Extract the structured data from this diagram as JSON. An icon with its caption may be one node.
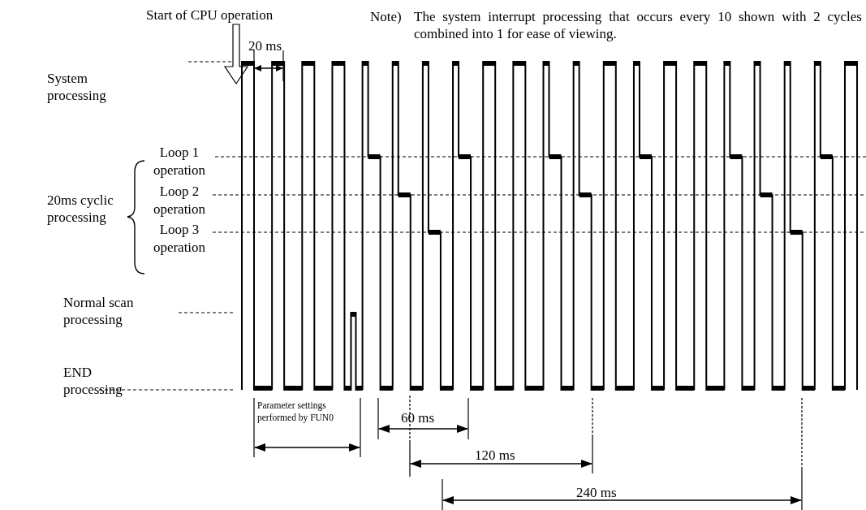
{
  "diagram": {
    "labels": [
      "Start of CPU operation",
      "Note)",
      "The system interrupt processing that occurs every 10 shown with 2 cycles combined into 1 for ease of viewing.",
      "20 ms",
      "System processing",
      "Loop 1 operation",
      "20ms cyclic processing",
      "Loop 2 operation",
      "Loop 3 operation",
      "Normal scan processing",
      "END processing",
      "Parameter settings performed by FUN0",
      "60 ms",
      "120 ms",
      "240 ms"
    ]
  }
}
